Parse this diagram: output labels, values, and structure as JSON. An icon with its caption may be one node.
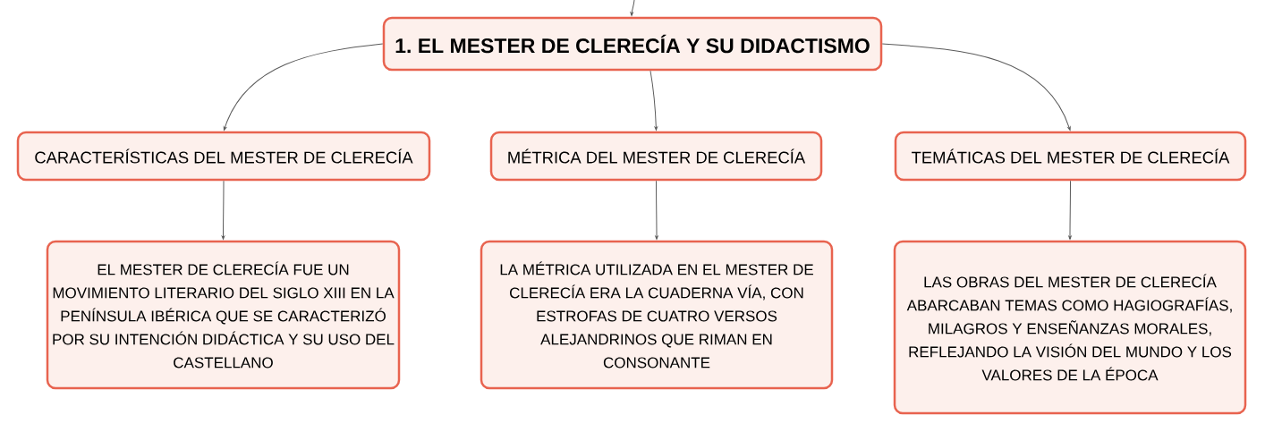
{
  "diagram": {
    "nodes": [
      {
        "text": [
          "1. EL MESTER DE CLERECÍA Y SU DIDACTISMO"
        ]
      },
      {
        "text": [
          "CARACTERÍSTICAS DEL MESTER DE CLERECÍA"
        ]
      },
      {
        "text": [
          "MÉTRICA DEL MESTER DE CLERECÍA"
        ]
      },
      {
        "text": [
          "TEMÁTICAS DEL MESTER DE CLERECÍA"
        ]
      },
      {
        "text": [
          "EL MESTER DE CLERECÍA FUE UN MOVIMIENTO LITERARIO DEL SIGLO XIII EN LA PENÍNSULA IBÉRICA QUE SE CARACTERIZÓ POR SU INTENCIÓN DIDÁCTICA Y SU USO DEL CASTELLANO"
        ]
      },
      {
        "text": [
          "LA MÉTRICA UTILIZADA EN EL MESTER DE CLERECÍA ERA LA CUADERNA VÍA, CON ESTROFAS DE CUATRO VERSOS ALEJANDRINOS QUE RIMAN EN CONSONANTE"
        ]
      },
      {
        "text": [
          "LAS OBRAS DEL MESTER DE CLERECÍA ABARCABAN TEMAS COMO HAGIOGRAFÍAS, MILAGROS Y ENSEÑANZAS MORALES, REFLEJANDO LA VISIÓN DEL MUNDO Y LOS VALORES DE LA ÉPOCA"
        ]
      }
    ],
    "edges": [
      {
        "from": null,
        "to": 0,
        "arrow": "to"
      },
      {
        "from": 0,
        "to": 1,
        "arrow": "to"
      },
      {
        "from": 0,
        "to": 2,
        "arrow": "to"
      },
      {
        "from": 0,
        "to": 3,
        "arrow": "to"
      },
      {
        "from": 1,
        "to": 4,
        "arrow": "to"
      },
      {
        "from": 2,
        "to": 5,
        "arrow": "to"
      },
      {
        "from": 3,
        "to": 6,
        "arrow": "to"
      }
    ]
  }
}
